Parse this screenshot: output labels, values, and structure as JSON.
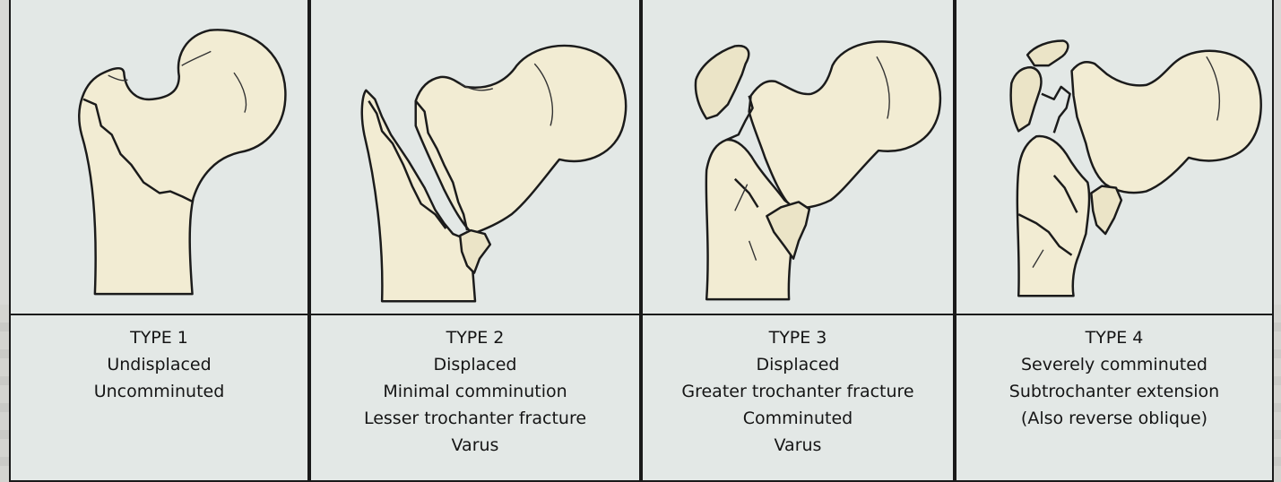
{
  "diagram": {
    "panels": [
      {
        "title": "TYPE 1",
        "lines": [
          "Undisplaced",
          "Uncomminuted"
        ]
      },
      {
        "title": "TYPE 2",
        "lines": [
          "Displaced",
          "Minimal comminution",
          "Lesser trochanter fracture",
          "Varus"
        ]
      },
      {
        "title": "TYPE 3",
        "lines": [
          "Displaced",
          "Greater trochanter fracture",
          "Comminuted",
          "Varus"
        ]
      },
      {
        "title": "TYPE 4",
        "lines": [
          "Severely comminuted",
          "Subtrochanter extension",
          "(Also reverse oblique)"
        ]
      }
    ]
  }
}
